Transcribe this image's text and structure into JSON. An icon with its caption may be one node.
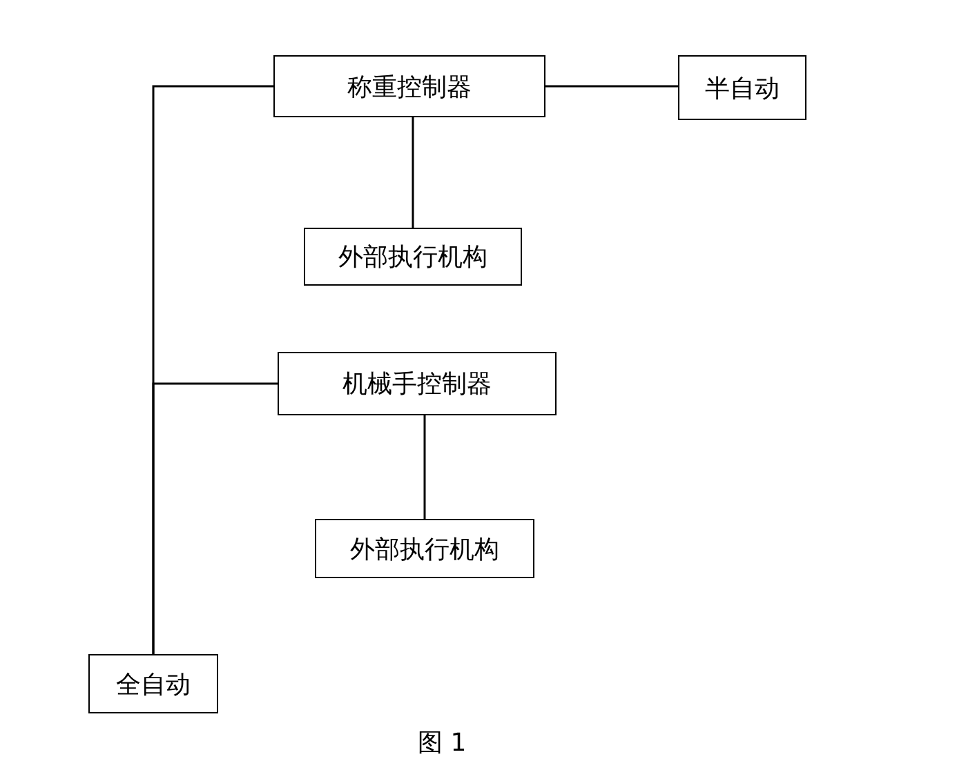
{
  "diagram": {
    "caption": "图 1",
    "nodes": [
      {
        "text": [
          "称重控制器"
        ]
      },
      {
        "text": [
          "半自动"
        ]
      },
      {
        "text": [
          "外部执行机构"
        ]
      },
      {
        "text": [
          "机械手控制器"
        ]
      },
      {
        "text": [
          "外部执行机构"
        ]
      },
      {
        "text": [
          "全自动"
        ]
      }
    ],
    "edges": [
      {
        "from": 0,
        "to": 1,
        "arrow": "none"
      },
      {
        "from": 0,
        "to": 2,
        "arrow": "none"
      },
      {
        "from": 3,
        "to": 4,
        "arrow": "none"
      },
      {
        "from": 5,
        "to": 0,
        "arrow": "none"
      },
      {
        "from": 5,
        "to": 3,
        "arrow": "none"
      }
    ]
  }
}
